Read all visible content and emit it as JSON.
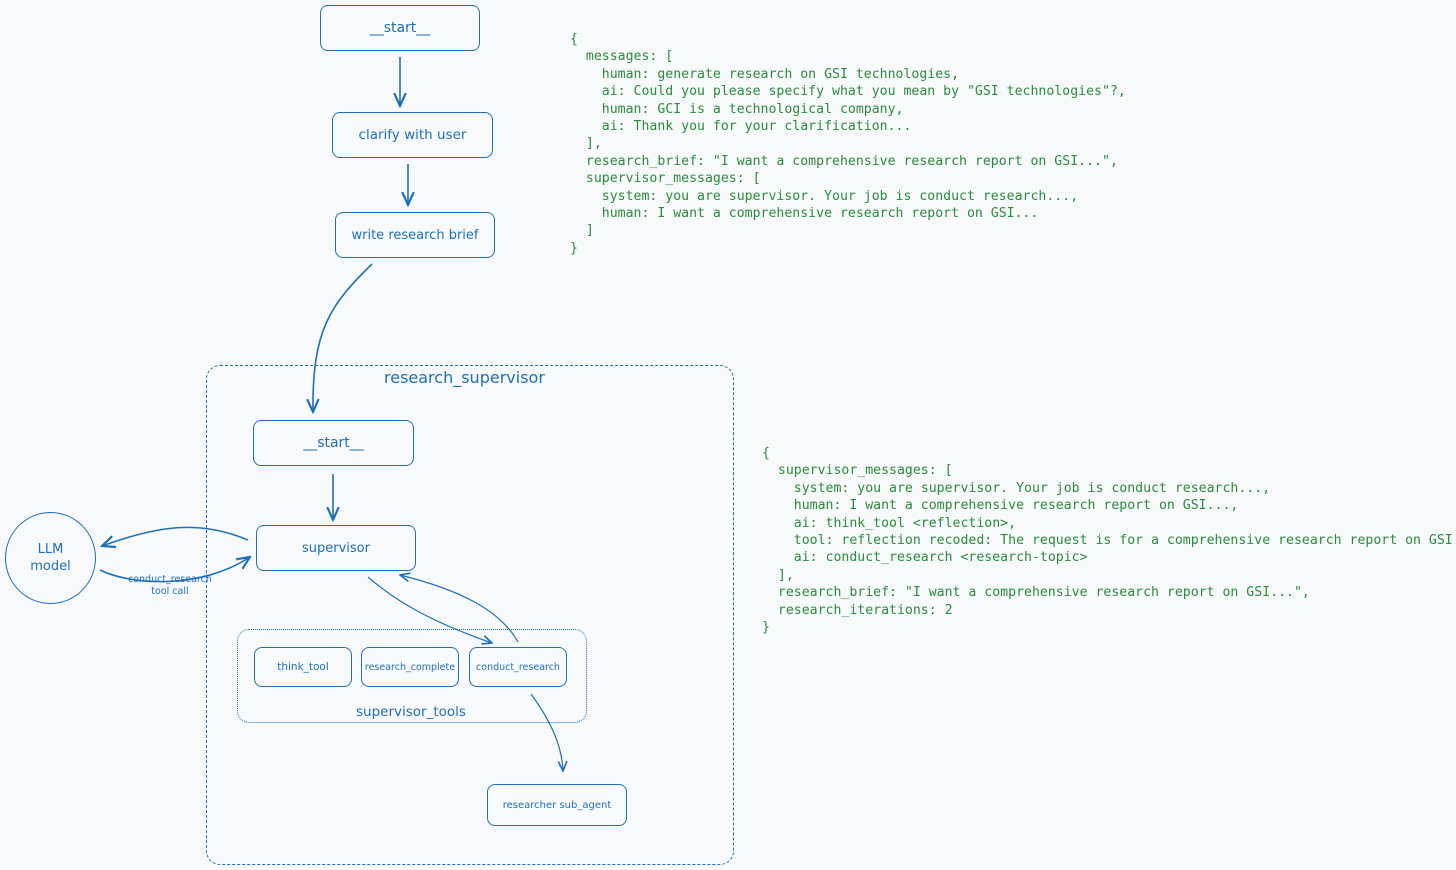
{
  "nodes": {
    "start_top": "__start__",
    "clarify": "clarify with user",
    "write_brief": "write research brief",
    "start_sub": "__start__",
    "supervisor": "supervisor",
    "think_tool": "think_tool",
    "research_complete": "research_complete",
    "conduct_research": "conduct_research",
    "researcher": "researcher sub_agent"
  },
  "groups": {
    "research_supervisor": "research_supervisor",
    "supervisor_tools": "supervisor_tools"
  },
  "llm": {
    "line1": "LLM",
    "line2": "model"
  },
  "edge_labels": {
    "tool_call_line1": "conduct_research",
    "tool_call_line2": "tool call"
  },
  "state_top": {
    "lines": [
      "{",
      "  messages: [",
      "    human: generate research on GSI technologies,",
      "    ai: Could you please specify what you mean by \"GSI technologies\"?,",
      "    human: GCI is a technological company,",
      "    ai: Thank you for your clarification...",
      "  ],",
      "  research_brief: \"I want a comprehensive research report on GSI...\",",
      "  supervisor_messages: [",
      "    system: you are supervisor. Your job is conduct research...,",
      "    human: I want a comprehensive research report on GSI...",
      "  ]",
      "}"
    ]
  },
  "state_bottom": {
    "lines": [
      "{",
      "  supervisor_messages: [",
      "    system: you are supervisor. Your job is conduct research...,",
      "    human: I want a comprehensive research report on GSI...,",
      "    ai: think_tool <reflection>,",
      "    tool: reflection recoded: The request is for a comprehensive research report on GSI...",
      "    ai: conduct_research <research-topic>",
      "  ],",
      "  research_brief: \"I want a comprehensive research report on GSI...\",",
      "  research_iterations: 2",
      "}"
    ]
  },
  "colors": {
    "diagram": "#1f6fb8",
    "code": "#2b8a3e",
    "background": "#f8f9fa"
  }
}
